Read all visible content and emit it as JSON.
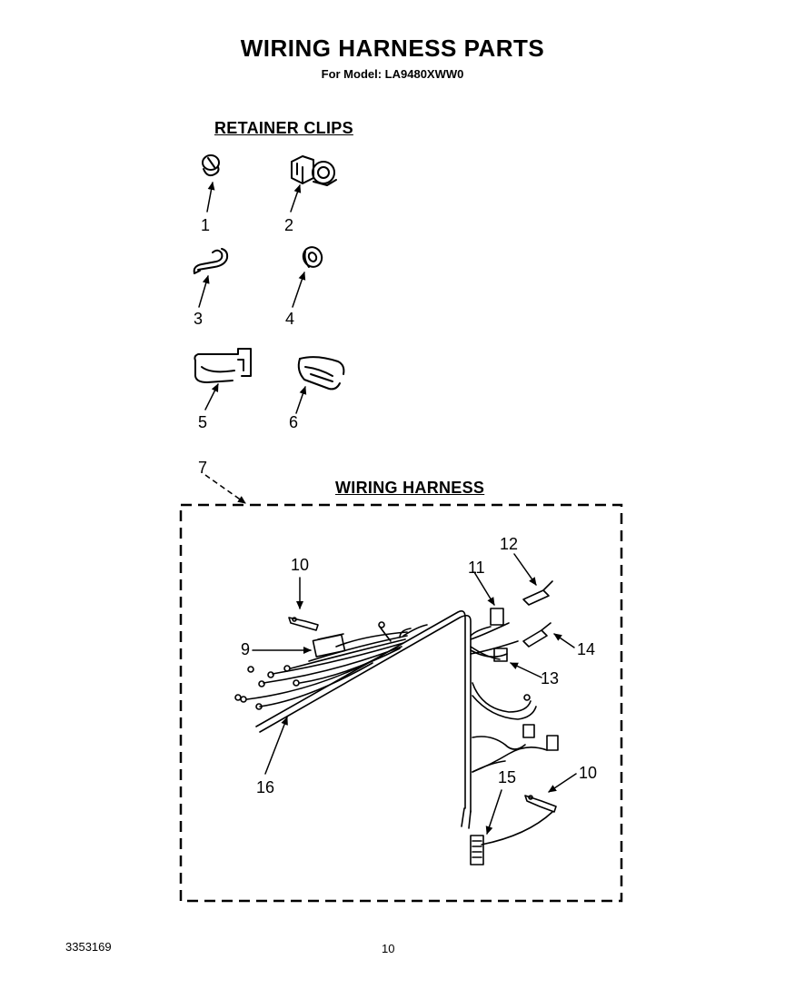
{
  "header": {
    "title": "WIRING HARNESS PARTS",
    "subtitle": "For Model: LA9480XWW0"
  },
  "sections": {
    "clips": "RETAINER CLIPS",
    "harness": "WIRING HARNESS"
  },
  "callouts": {
    "c1": "1",
    "c2": "2",
    "c3": "3",
    "c4": "4",
    "c5": "5",
    "c6": "6",
    "c7": "7",
    "c9": "9",
    "c10a": "10",
    "c10b": "10",
    "c11": "11",
    "c12": "12",
    "c13": "13",
    "c14": "14",
    "c15": "15",
    "c16": "16"
  },
  "footer": {
    "doc_number": "3353169",
    "page": "10"
  }
}
